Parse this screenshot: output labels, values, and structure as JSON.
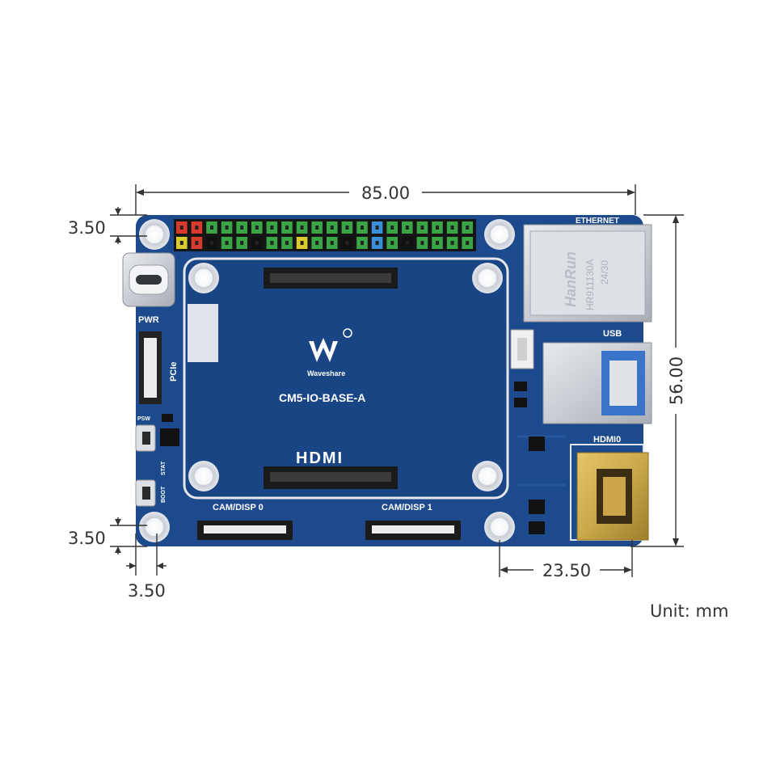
{
  "dimensions": {
    "width": "85.00",
    "height": "56.00",
    "hole_offset_top": "3.50",
    "hole_offset_bottom": "3.50",
    "hole_offset_left": "3.50",
    "port_offset": "23.50"
  },
  "unit_label": "Unit: mm",
  "board": {
    "name": "CM5-IO-BASE-A",
    "brand": "Waveshare",
    "hdmi_logo": "HDMI",
    "labels": {
      "ethernet": "ETHERNET",
      "usb": "USB",
      "hdmi0": "HDMI0",
      "pwr": "PWR",
      "pcie": "PCIe",
      "psw": "PSW",
      "stat": "STAT",
      "boot": "BOOT",
      "cam0": "CAM/DISP 0",
      "cam1": "CAM/DISP 1"
    },
    "rj45_brand": "HanRun",
    "rj45_model": "HR911130A",
    "rj45_code": "24/30"
  },
  "colors": {
    "pcb": "#1c4a8c",
    "pcb_dark": "#163d78",
    "header_green": "#3aa544",
    "header_red": "#d83a2b",
    "header_yellow": "#d8cc2e",
    "header_blue": "#3a8fd8",
    "gold": "#c9a94a"
  }
}
